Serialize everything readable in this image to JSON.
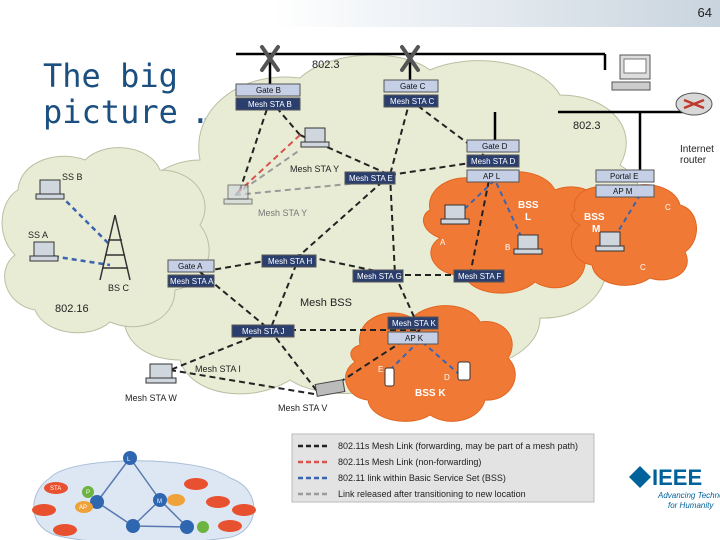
{
  "page_number": "64",
  "title": {
    "line1": "The big",
    "line2": "picture …"
  },
  "network": {
    "lan_label": "802.3",
    "lan_label2": "802.3",
    "mesh_bss": "Mesh BSS",
    "wimax": "802.16",
    "internet_router": {
      "line1": "Internet",
      "line2": "router"
    }
  },
  "boxes": {
    "gate_b": "Gate B",
    "mesh_sta_b": "Mesh STA B",
    "gate_c": "Gate C",
    "mesh_sta_c": "Mesh STA C",
    "gate_d": "Gate D",
    "mesh_sta_d": "Mesh STA D",
    "ap_l": "AP L",
    "portal_e": "Portal E",
    "ap_m": "AP M",
    "mesh_sta_e": "Mesh STA E",
    "mesh_sta_h": "Mesh STA H",
    "gate_a": "Gate A",
    "mesh_sta_a": "Mesh STA A",
    "mesh_sta_g": "Mesh STA G",
    "mesh_sta_f": "Mesh STA F",
    "mesh_sta_j": "Mesh STA J",
    "mesh_sta_k": "Mesh STA K",
    "ap_k": "AP K"
  },
  "labels": {
    "mesh_sta_y1": "Mesh STA Y",
    "mesh_sta_y2": "Mesh STA Y",
    "sta_b": "SS B",
    "ss_a": "SS A",
    "bs_c": "BS C",
    "mesh_sta_i": "Mesh STA I",
    "mesh_sta_w": "Mesh STA W",
    "mesh_sta_v": "Mesh STA V",
    "bss_l": {
      "line1": "BSS",
      "line2": "L"
    },
    "bss_m": {
      "line1": "BSS",
      "line2": "M"
    },
    "bss_k": "BSS K",
    "sta_a": "A",
    "sta_b2": "B",
    "sta_c": "C",
    "sta_d": "D",
    "sta_e": "E",
    "sta_m": "C"
  },
  "legend": [
    {
      "text": "802.11s Mesh Link (forwarding, may be part of a mesh path)",
      "color": "#222222"
    },
    {
      "text": "802.11s Mesh Link (non-forwarding)",
      "color": "#d9534f"
    },
    {
      "text": "802.11 link within Basic Service Set (BSS)",
      "color": "#3a64b0"
    },
    {
      "text": "Link released after transitioning to new location",
      "color": "#9a9a9a"
    }
  ],
  "logo": {
    "name": "IEEE",
    "tagline1": "Advancing Technology",
    "tagline2": "for Humanity",
    "color": "#00629b"
  },
  "mini_diagram": {
    "sta": "STA",
    "l": "L",
    "p": "P",
    "m": "M",
    "ap": "AP"
  },
  "colors": {
    "cloud": "#e8ecd5",
    "bss": "#f07a35",
    "box": "#c5d0e6",
    "title": "#1a4f80"
  }
}
